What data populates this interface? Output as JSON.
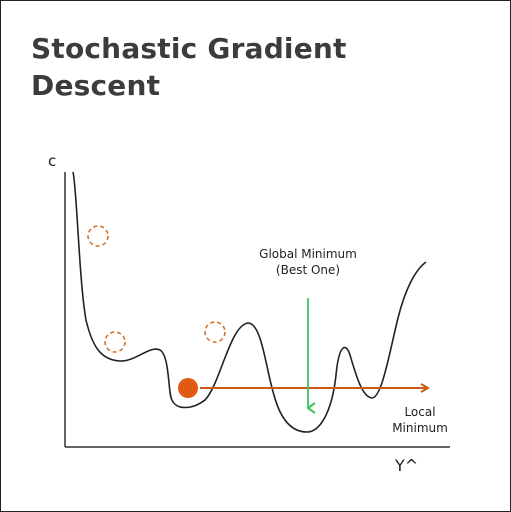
{
  "title": {
    "line1": "Stochastic Gradient",
    "line2": "Descent"
  },
  "axes": {
    "y_label": "c",
    "x_label": "Y^"
  },
  "annotations": {
    "global_minimum": {
      "line1": "Global Minimum",
      "line2": "(Best One)"
    },
    "local_minimum": {
      "line1": "Local",
      "line2": "Minimum"
    }
  },
  "colors": {
    "curve": "#222222",
    "marker": "#e05a14",
    "arrow_local": "#cc5a17",
    "arrow_global": "#3cc45a",
    "dashed_circle": "#d9722b"
  }
}
